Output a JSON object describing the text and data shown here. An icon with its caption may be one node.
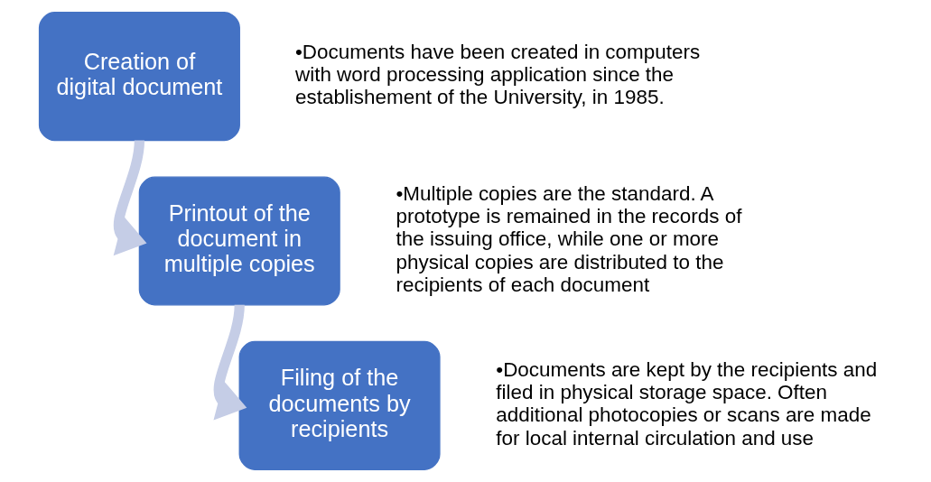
{
  "diagram": {
    "nodes": [
      {
        "text": [
          "Creation of digital document"
        ],
        "beside": [
          "•Documents have been created in computers with word processing application since the establishement of the University, in 1985."
        ]
      },
      {
        "text": [
          "Printout of the document in multiple copies"
        ],
        "beside": [
          "•Multiple copies are the standard. A prototype is remained in the records of the issuing office, while one or more physical copies are distributed to the recipients of each document"
        ]
      },
      {
        "text": [
          "Filing of the documents by recipients"
        ],
        "beside": [
          "•Documents are kept by the recipients and filed in physical storage space. Often additional photocopies or scans are made for local internal circulation and use"
        ]
      }
    ],
    "edges": [
      {
        "from": 0,
        "to": 1,
        "arrow": "to",
        "color": "#c5cde6"
      },
      {
        "from": 1,
        "to": 2,
        "arrow": "to",
        "color": "#c5cde6"
      }
    ]
  }
}
